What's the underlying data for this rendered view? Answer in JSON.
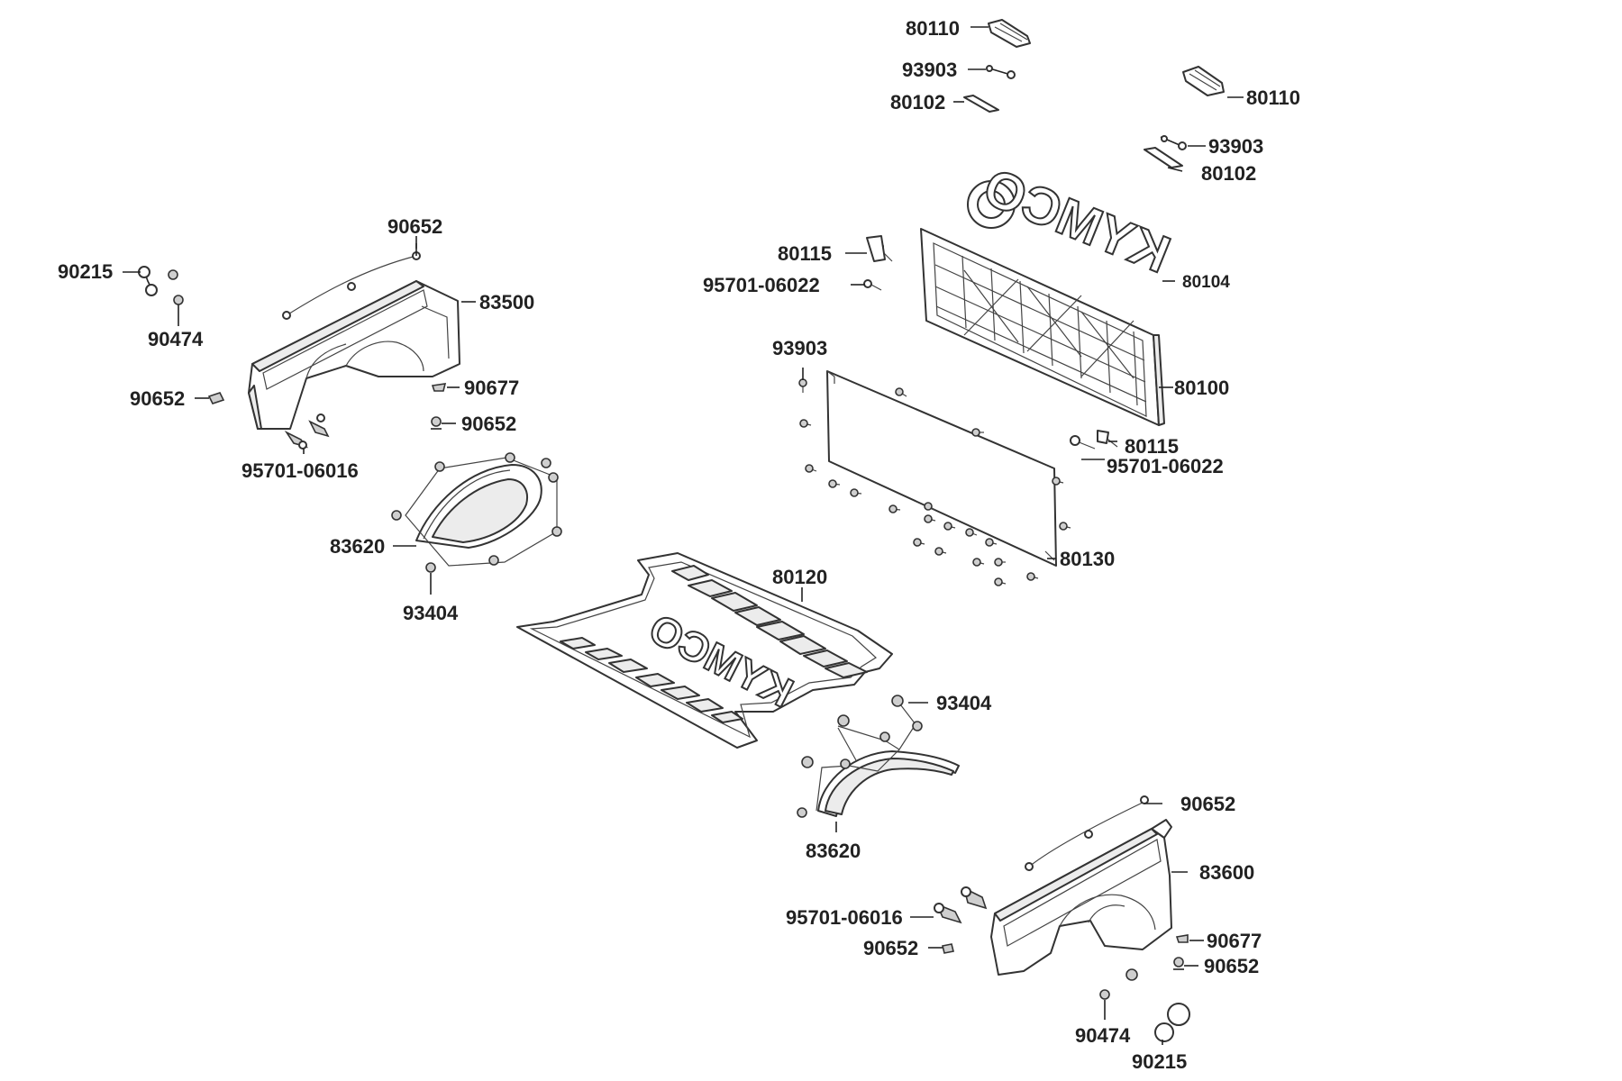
{
  "labels": {
    "l80110a": "80110",
    "l93903a": "93903",
    "l80102a": "80102",
    "l80110b": "80110",
    "l93903b": "93903",
    "l80102b": "80102",
    "l80115a": "80115",
    "l95701_06022a": "95701-06022",
    "l80104": "80104",
    "l93903c": "93903",
    "l80100": "80100",
    "l80115b": "80115",
    "l95701_06022b": "95701-06022",
    "l80130": "80130",
    "l90652a": "90652",
    "l90215a": "90215",
    "l83500": "83500",
    "l90474a": "90474",
    "l90652b": "90652",
    "l90677a": "90677",
    "l90652c": "90652",
    "l95701_06016a": "95701-06016",
    "l83620a": "83620",
    "l93404a": "93404",
    "l80120": "80120",
    "l93404b": "93404",
    "l83620b": "83620",
    "l90652d": "90652",
    "l83600": "83600",
    "l95701_06016b": "95701-06016",
    "l90652e": "90652",
    "l90677b": "90677",
    "l90652f": "90652",
    "l90474b": "90474",
    "l90215b": "90215"
  },
  "logo_text": "KYMCO"
}
